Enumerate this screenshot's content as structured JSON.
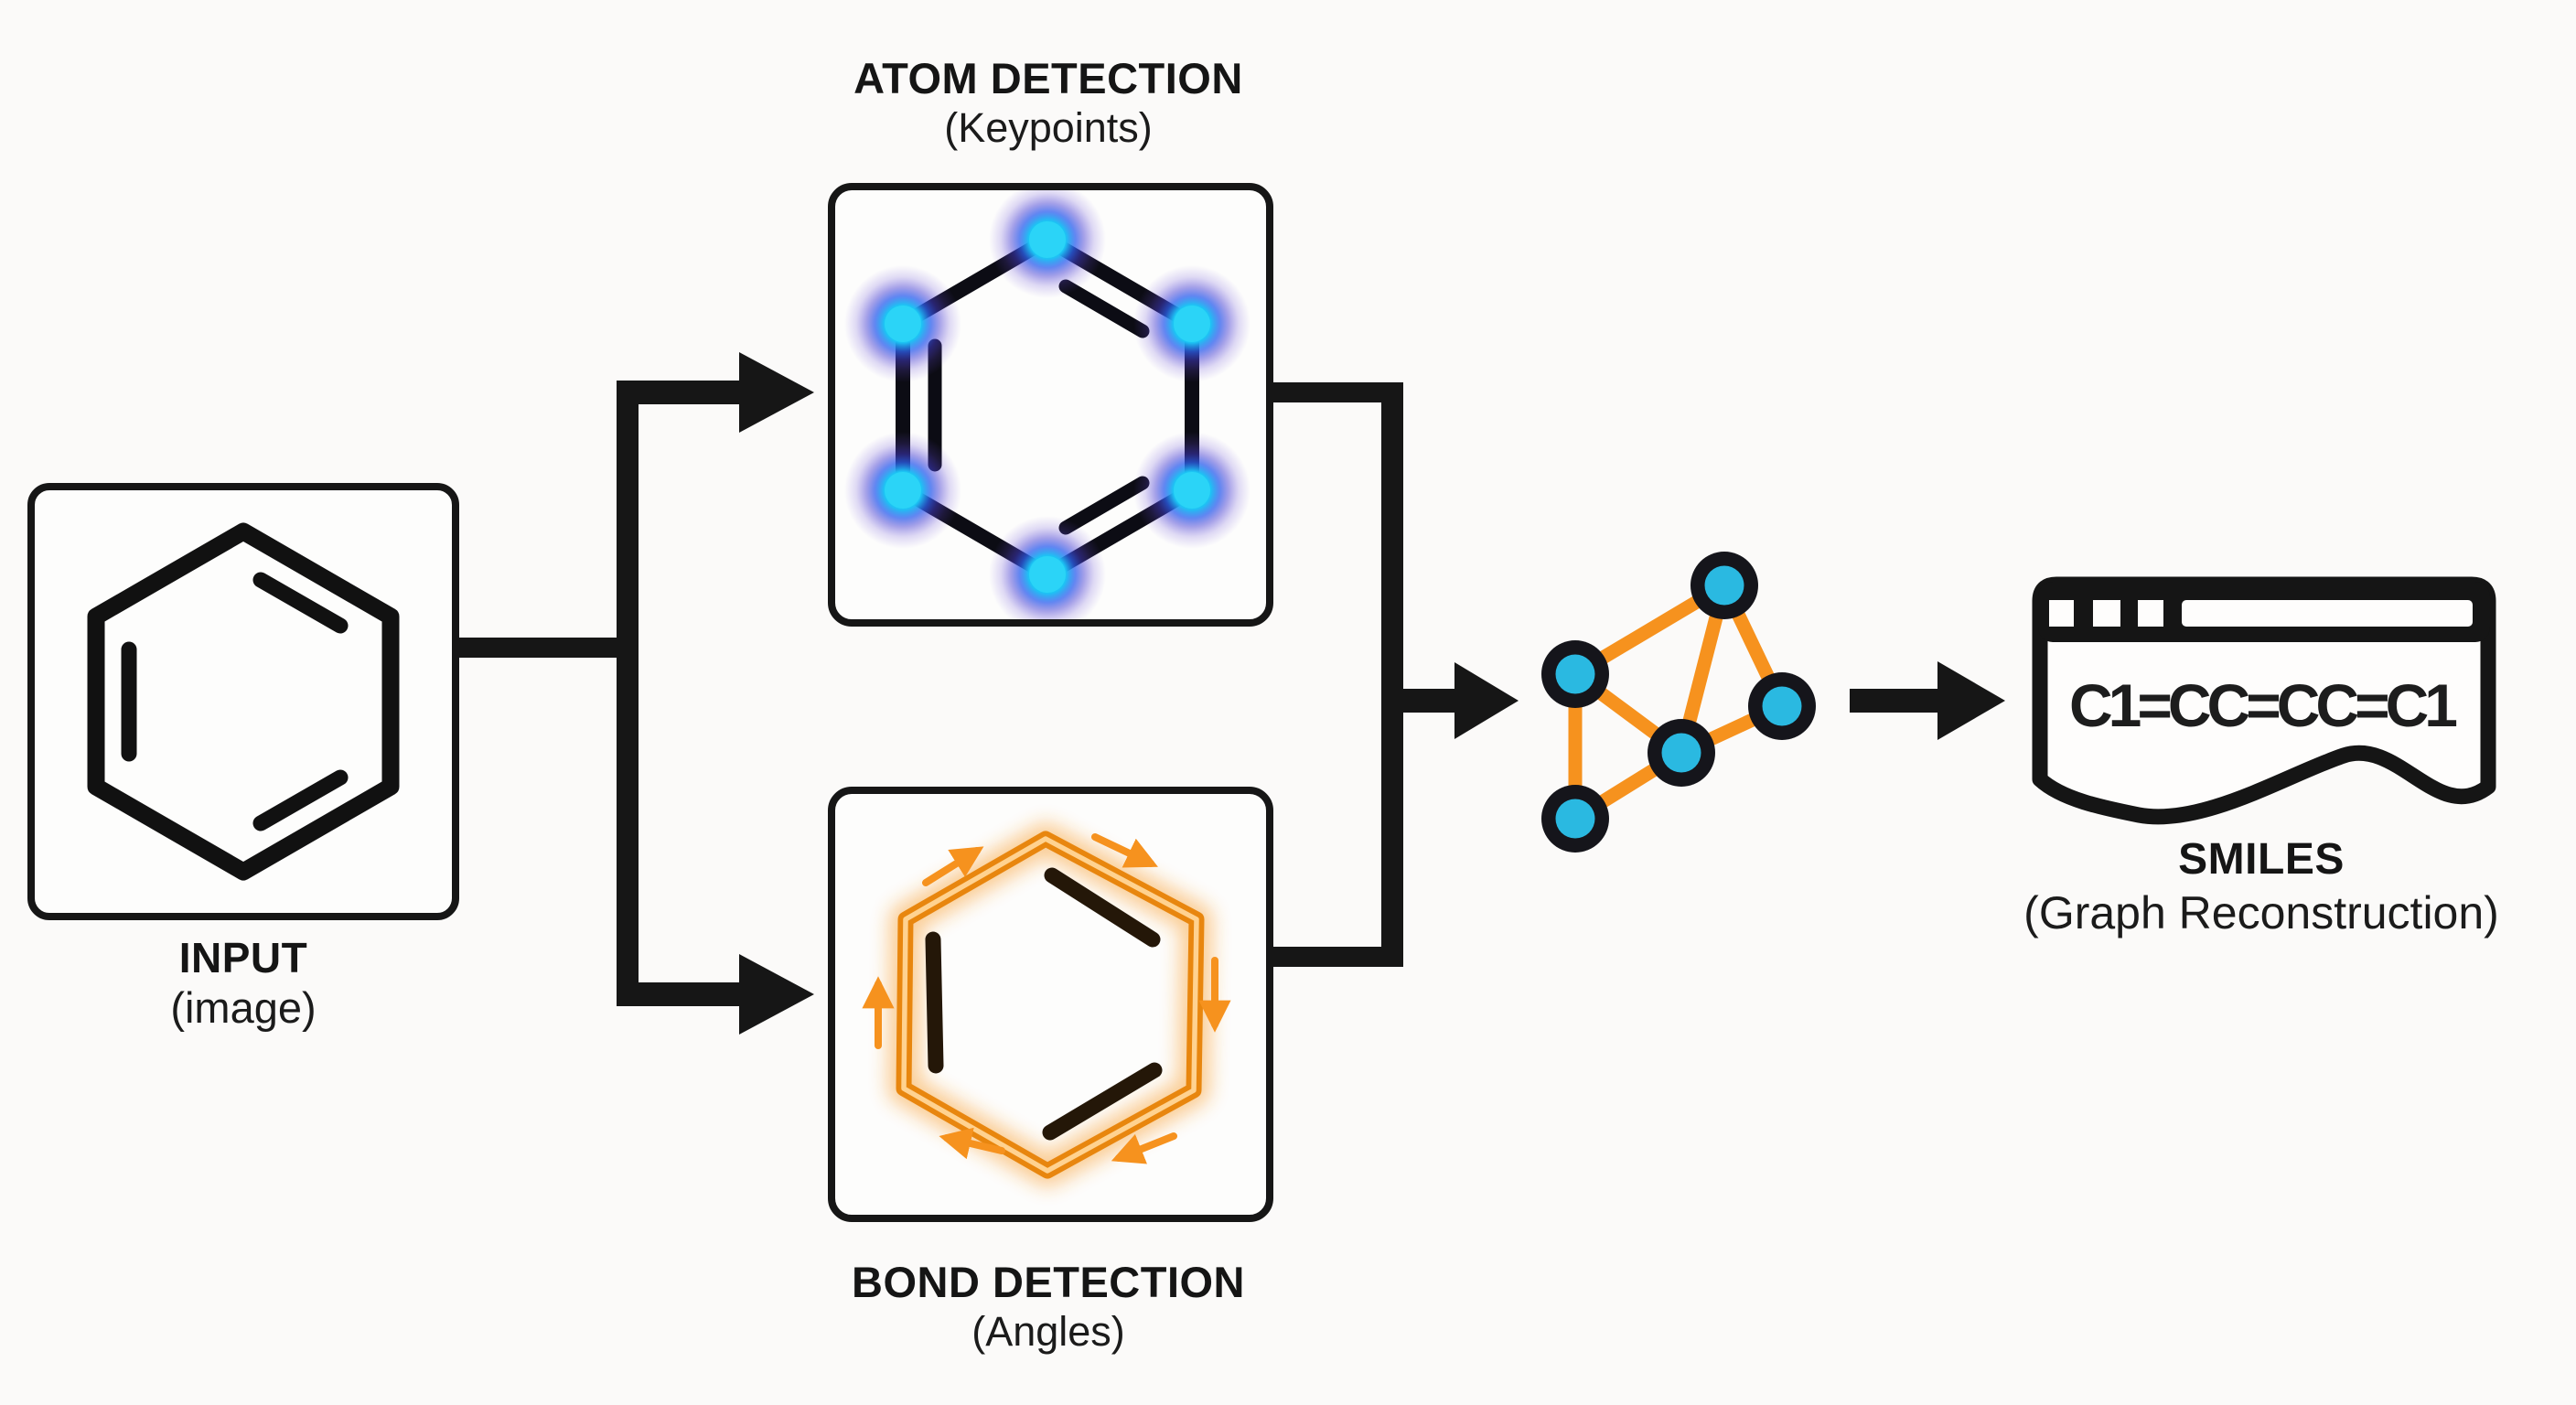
{
  "diagram": {
    "background": "#fbfaf9",
    "line_color": "#161616",
    "accent_orange": "#f6921e",
    "node_cyan": "#2ab9e1",
    "keypoint_cyan": "#2bd4f7",
    "input": {
      "label": "INPUT",
      "sublabel": "(image)"
    },
    "atom_detection": {
      "label": "ATOM DETECTION",
      "sublabel": "(Keypoints)"
    },
    "bond_detection": {
      "label": "BOND DETECTION",
      "sublabel": "(Angles)"
    },
    "graph_icon": {
      "nodes": 5,
      "edges": 7
    },
    "smiles": {
      "code": "C1=CC=CC=C1",
      "label": "SMILES",
      "sublabel": "(Graph Reconstruction)"
    }
  }
}
